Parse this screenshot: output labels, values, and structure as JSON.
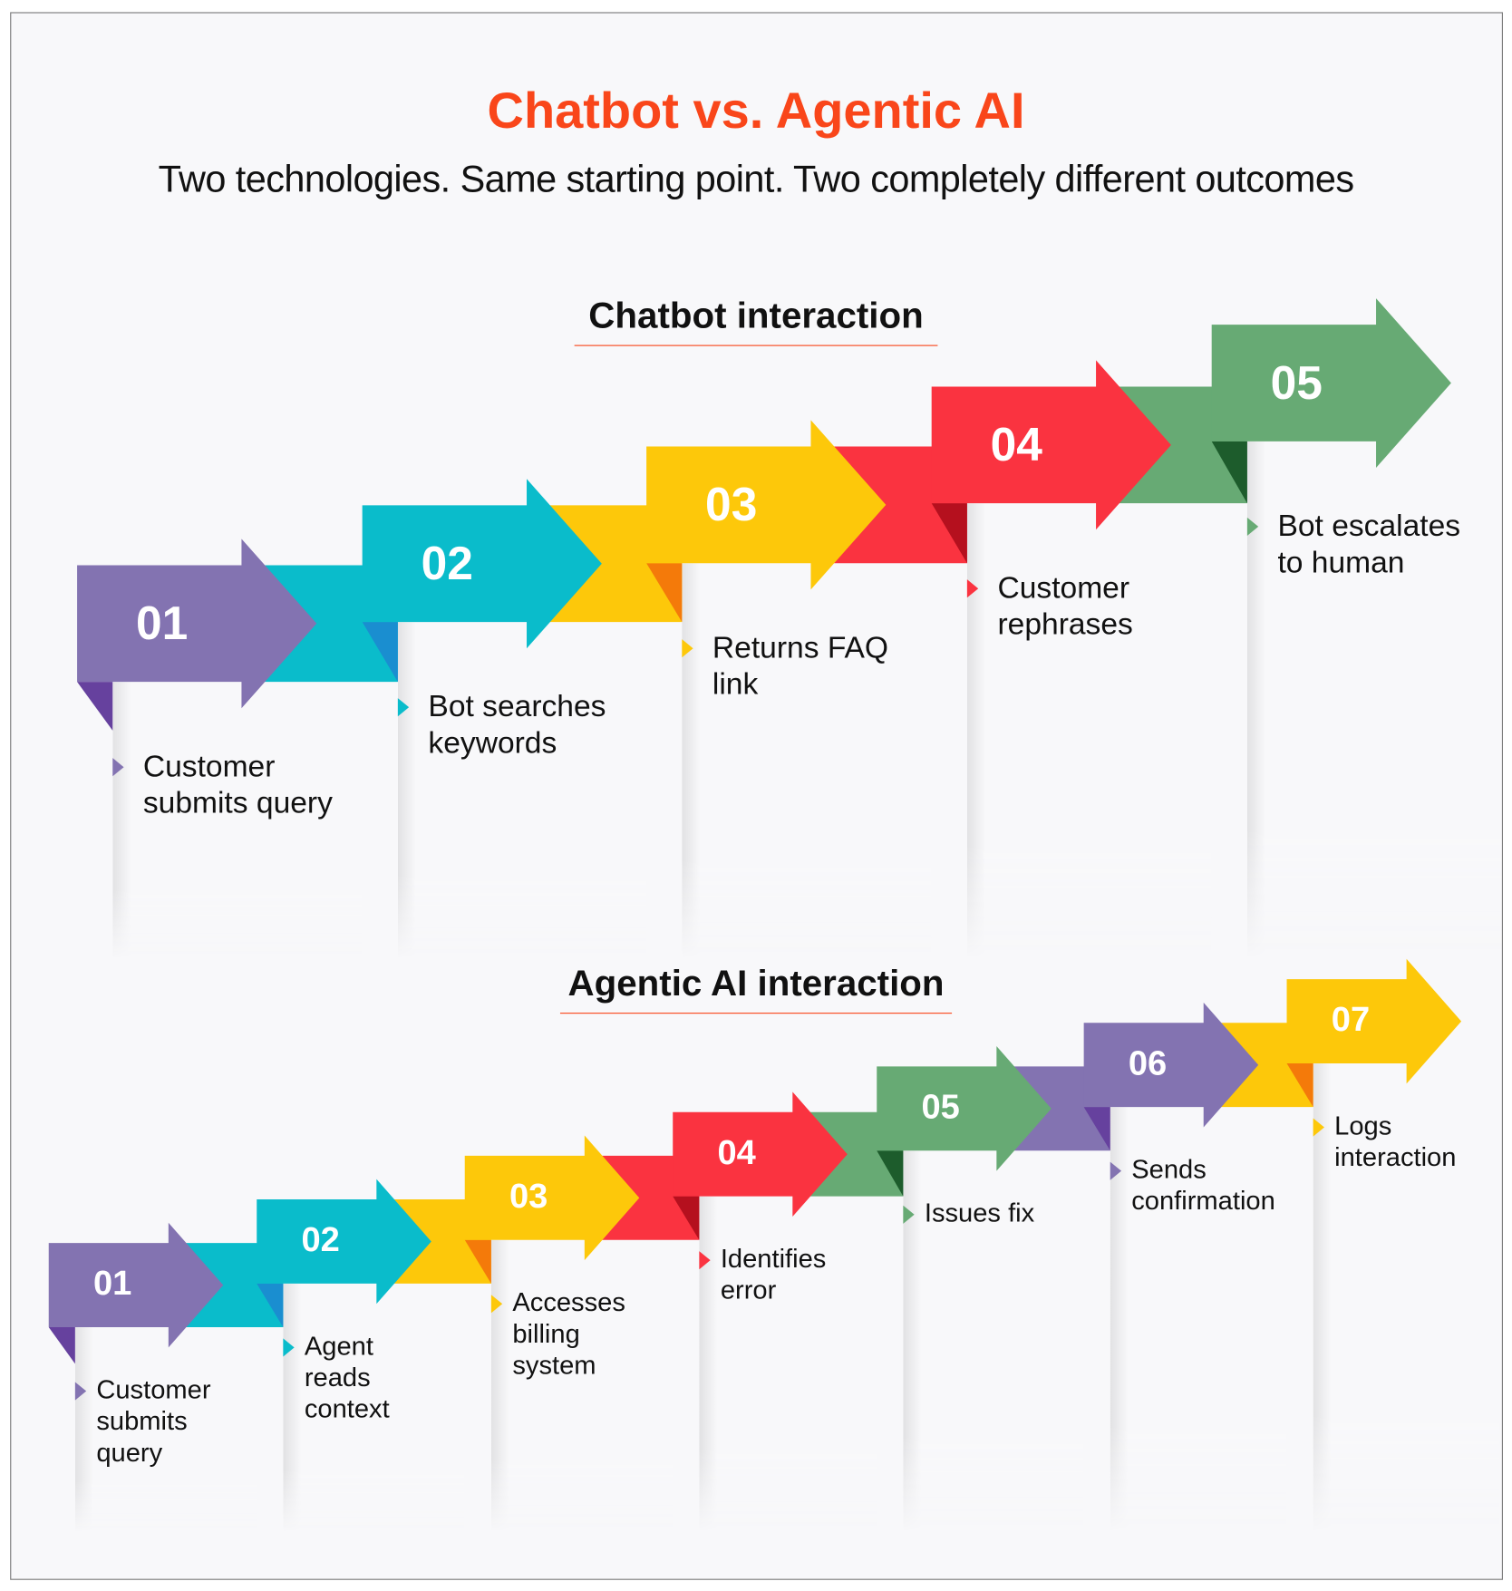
{
  "title": "Chatbot vs. Agentic AI",
  "subtitle": "Two technologies. Same starting point. Two completely different outcomes",
  "colors": {
    "title": "#f9461a",
    "purple": [
      "#8373b1",
      "#66419e"
    ],
    "teal": [
      "#0abccb",
      "#1a8ed0"
    ],
    "yellow": [
      "#fdc80a",
      "#f47a0a"
    ],
    "red": [
      "#fa3340",
      "#b5101e"
    ],
    "green": [
      "#67aa74",
      "#1d5c2c"
    ]
  },
  "chatbot": {
    "heading": "Chatbot interaction",
    "steps": [
      {
        "number": "01",
        "color": "purple",
        "label": [
          "Customer",
          "submits query"
        ]
      },
      {
        "number": "02",
        "color": "teal",
        "label": [
          "Bot searches",
          "keywords"
        ]
      },
      {
        "number": "03",
        "color": "yellow",
        "label": [
          "Returns FAQ",
          "link"
        ]
      },
      {
        "number": "04",
        "color": "red",
        "label": [
          "Customer",
          "rephrases"
        ]
      },
      {
        "number": "05",
        "color": "green",
        "label": [
          "Bot escalates",
          "to human"
        ]
      }
    ]
  },
  "agentic": {
    "heading": "Agentic AI interaction",
    "steps": [
      {
        "number": "01",
        "color": "purple",
        "label": [
          "Customer",
          "submits",
          "query"
        ]
      },
      {
        "number": "02",
        "color": "teal",
        "label": [
          "Agent",
          "reads",
          "context"
        ]
      },
      {
        "number": "03",
        "color": "yellow",
        "label": [
          "Accesses",
          "billing",
          "system"
        ]
      },
      {
        "number": "04",
        "color": "red",
        "label": [
          "Identifies",
          "error"
        ]
      },
      {
        "number": "05",
        "color": "green",
        "label": [
          "Issues fix"
        ]
      },
      {
        "number": "06",
        "color": "purple",
        "label": [
          "Sends",
          "confirmation"
        ]
      },
      {
        "number": "07",
        "color": "yellow",
        "label": [
          "Logs",
          "interaction"
        ]
      }
    ]
  }
}
